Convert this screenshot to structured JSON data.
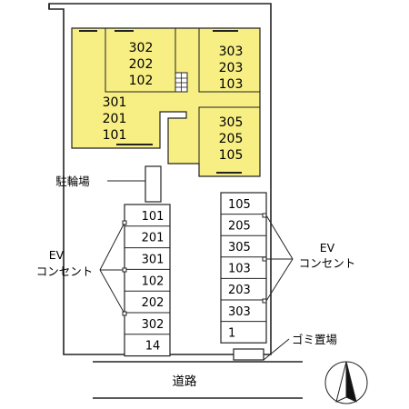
{
  "buildings": {
    "block_nw": [
      "302",
      "202",
      "102"
    ],
    "block_ne": [
      "303",
      "203",
      "103"
    ],
    "block_w": [
      "301",
      "201",
      "101"
    ],
    "block_e": [
      "305",
      "205",
      "105"
    ]
  },
  "parking_left": [
    "101",
    "201",
    "301",
    "102",
    "202",
    "302",
    "14"
  ],
  "parking_right": [
    "105",
    "205",
    "305",
    "103",
    "203",
    "303",
    "1"
  ],
  "labels": {
    "bicycle": "駐輪場",
    "ev_left_line1": "EV",
    "ev_left_line2": "コンセント",
    "ev_right_line1": "EV",
    "ev_right_line2": "コンセント",
    "garbage": "ゴミ置場",
    "road": "道路"
  },
  "colors": {
    "building_fill": "#f7ee84",
    "line": "#222222"
  },
  "icons": {
    "north": "north-arrow-icon",
    "stairs": "stairs-icon"
  }
}
